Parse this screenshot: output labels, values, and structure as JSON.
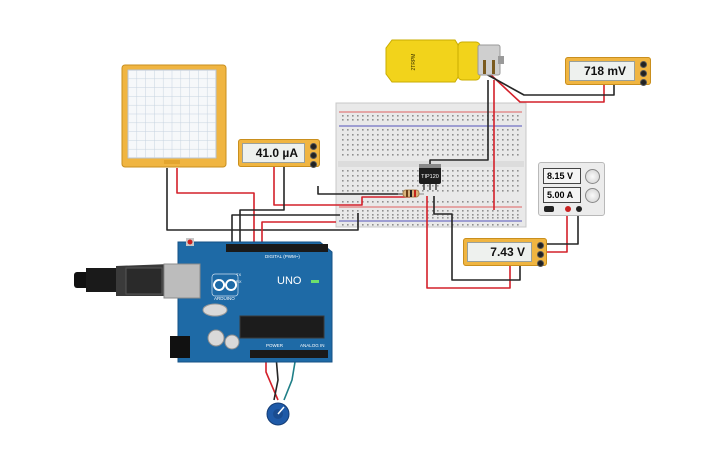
{
  "canvas": {
    "background": "#ffffff"
  },
  "meters": {
    "motor_voltage": {
      "value": "718 mV"
    },
    "current": {
      "value": "41.0 µA"
    },
    "transistor_voltage": {
      "value": "7.43 V"
    }
  },
  "power_supply": {
    "voltage": "8.15 V",
    "current": "5.00 A"
  },
  "transistor": {
    "label": "TIP120"
  },
  "motor": {
    "label": "2TRPM"
  },
  "arduino": {
    "brand": "ARDUINO",
    "model": "UNO",
    "digital_header_label": "DIGITAL (PWM~)",
    "power_label": "POWER",
    "analog_label": "ANALOG IN",
    "tx_label": "TX",
    "rx_label": "RX"
  },
  "colors": {
    "wire_red": "#d4202a",
    "wire_black": "#262626",
    "wire_teal": "#1f7f87",
    "meter_body": "#f0b541",
    "arduino_blue": "#1e6aa6",
    "motor_yellow": "#f2d31b"
  }
}
